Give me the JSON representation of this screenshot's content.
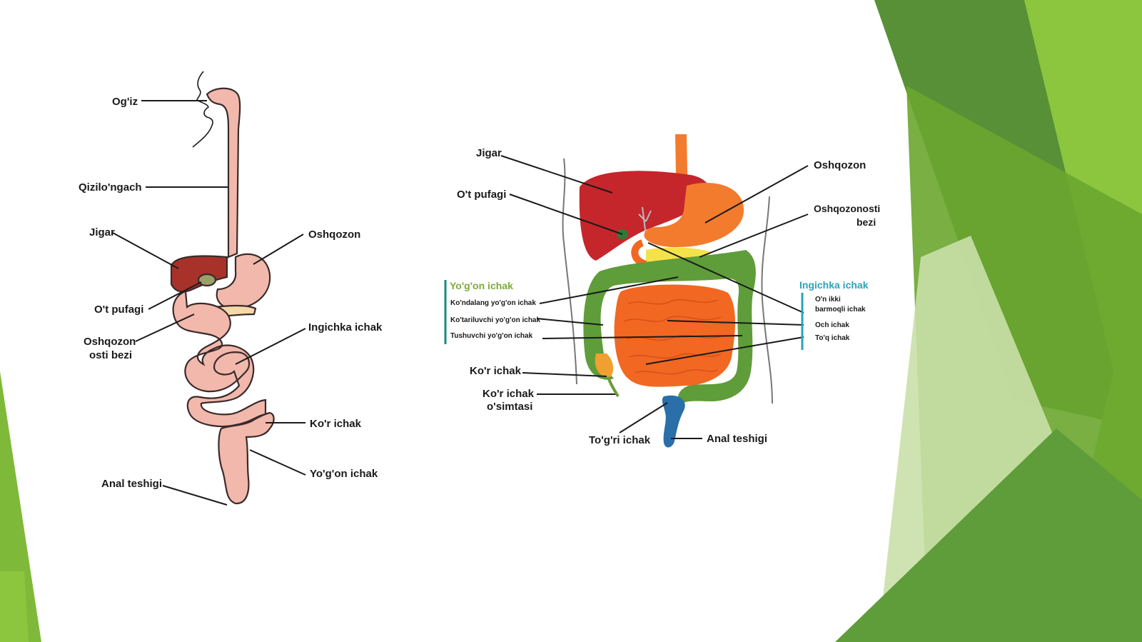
{
  "colors": {
    "green_dark": "#4e8a2b",
    "green_mid": "#6aa62f",
    "green_light": "#8cc63f",
    "pink_organ": "#f2b8ac",
    "liver_red": "#c4262c",
    "stomach_orange": "#f37b2e",
    "intestine_orange": "#f26722",
    "colon_green": "#5f9c3a",
    "pancreas_yellow": "#f4e24a",
    "rectum_blue": "#2b6fa8",
    "large_intestine_label": "#7bab3a",
    "small_intestine_label": "#2aa3b8",
    "bracket_teal": "#1a8a7a"
  },
  "left_diagram": {
    "labels": {
      "ogiz": "Og'iz",
      "qizilongach": "Qizilo'ngach",
      "jigar": "Jigar",
      "oshqozon": "Oshqozon",
      "ot_pufagi": "O't pufagi",
      "oshqozon_osti_1": "Oshqozon",
      "oshqozon_osti_2": "osti bezi",
      "ingichka_ichak": "Ingichka ichak",
      "kor_ichak": "Ko'r ichak",
      "yogon_ichak": "Yo'g'on ichak",
      "anal_teshigi": "Anal teshigi"
    }
  },
  "right_diagram": {
    "labels": {
      "jigar": "Jigar",
      "ot_pufagi": "O't pufagi",
      "oshqozon": "Oshqozon",
      "oshqozonosti_1": "Oshqozonosti",
      "oshqozonosti_2": "bezi",
      "kor_ichak": "Ko'r ichak",
      "kor_ichak_osimtasi_1": "Ko'r ichak",
      "kor_ichak_osimtasi_2": "o'simtasi",
      "togri_ichak": "To'g'ri ichak",
      "anal_teshigi": "Anal teshigi"
    },
    "large_intestine": {
      "title": "Yo'g'on ichak",
      "parts": [
        "Ko'ndalang yo'g'on ichak",
        "Ko'tariluvchi yo'g'on ichak",
        "Tushuvchi yo'g'on ichak"
      ]
    },
    "small_intestine": {
      "title": "Ingichka ichak",
      "parts_1": "O'n ikki",
      "parts_2": "barmoqli ichak",
      "parts_3": "Och ichak",
      "parts_4": "To'q ichak"
    }
  }
}
